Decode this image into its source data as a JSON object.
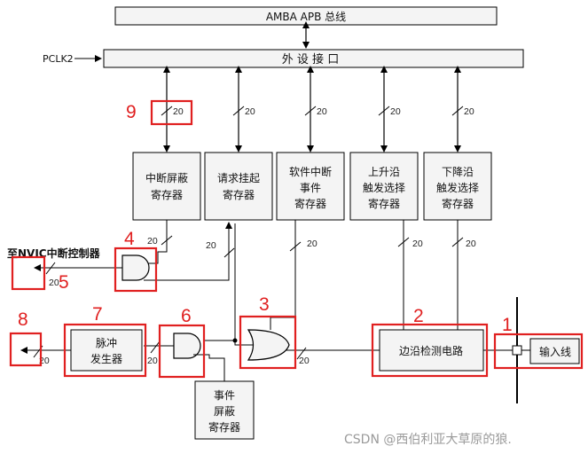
{
  "bus": {
    "label": "AMBA APB 总线"
  },
  "interface": {
    "label": "外 设 接 口",
    "clock": "PCLK2"
  },
  "registers": {
    "int_mask": {
      "line1": "中断屏蔽",
      "line2": "寄存器"
    },
    "pending": {
      "line1": "请求挂起",
      "line2": "寄存器"
    },
    "soft_int": {
      "line1": "软件中断",
      "line2": "事件",
      "line3": "寄存器"
    },
    "rising": {
      "line1": "上升沿",
      "line2": "触发选择",
      "line3": "寄存器"
    },
    "falling": {
      "line1": "下降沿",
      "line2": "触发选择",
      "line3": "寄存器"
    },
    "event_mask": {
      "line1": "事件",
      "line2": "屏蔽",
      "line3": "寄存器"
    }
  },
  "edge_detect": {
    "label": "边沿检测电路"
  },
  "input_line": {
    "label": "输入线"
  },
  "pulse_gen": {
    "line1": "脉冲",
    "line2": "发生器"
  },
  "nvic": {
    "label": "至NVIC中断控制器"
  },
  "bus_width": "20",
  "markers": [
    "1",
    "2",
    "3",
    "4",
    "5",
    "6",
    "7",
    "8",
    "9"
  ],
  "watermark": "CSDN @西伯利亚大草原的狼.",
  "colors": {
    "highlight": "#e02020",
    "line": "#000000",
    "box_fill": "#f4f4f4"
  }
}
